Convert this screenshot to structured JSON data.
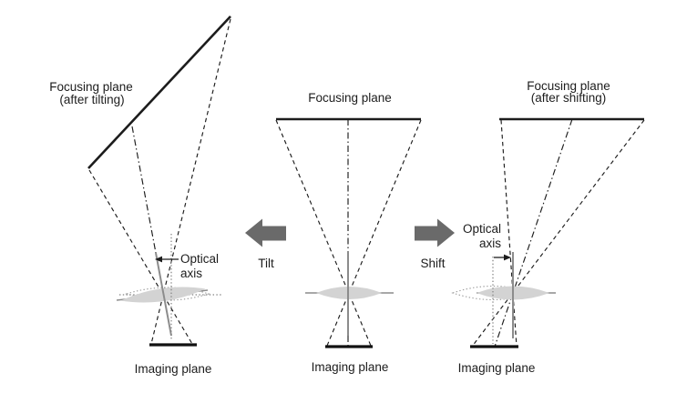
{
  "panels": {
    "tilt": {
      "focusing_plane_label_line1": "Focusing plane",
      "focusing_plane_label_line2": "(after tilting)",
      "optical_axis_label_line1": "Optical",
      "optical_axis_label_line2": "axis",
      "imaging_plane_label": "Imaging plane"
    },
    "center": {
      "focusing_plane_label": "Focusing plane",
      "imaging_plane_label": "Imaging plane"
    },
    "shift": {
      "focusing_plane_label_line1": "Focusing plane",
      "focusing_plane_label_line2": "(after shifting)",
      "optical_axis_label_line1": "Optical",
      "optical_axis_label_line2": "axis",
      "imaging_plane_label": "Imaging plane"
    }
  },
  "arrows": {
    "tilt_label": "Tilt",
    "shift_label": "Shift"
  },
  "colors": {
    "line": "#1c1c1c",
    "gray_line": "#8c8c8c",
    "lens_fill": "#d3d3d3",
    "arrow_fill": "#6a6a6a",
    "text": "#1c1c1c",
    "background": "#ffffff"
  }
}
